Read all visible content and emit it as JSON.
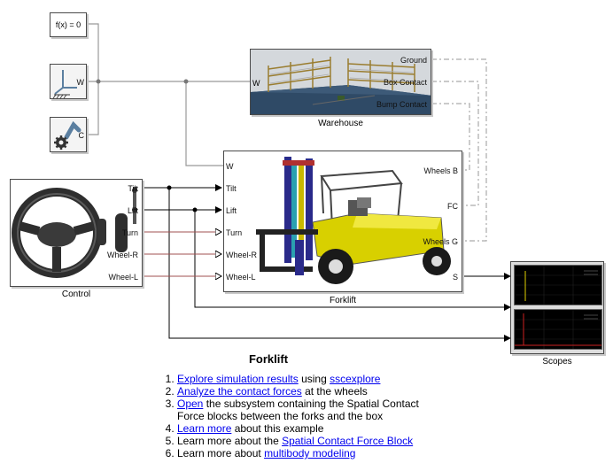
{
  "blocks": {
    "solver": {
      "text": "f(x) = 0"
    },
    "world": {
      "port": "W"
    },
    "config": {
      "port": "C"
    },
    "warehouse": {
      "label": "Warehouse",
      "in_port": "W",
      "out_ports": [
        "Ground",
        "Box Contact",
        "Bump Contact"
      ]
    },
    "forklift": {
      "label": "Forklift",
      "in_ports": [
        "W",
        "Tilt",
        "Lift",
        "Turn",
        "Wheel-R",
        "Wheel-L"
      ],
      "out_ports": [
        "Wheels B",
        "FC",
        "Wheels G",
        "S"
      ]
    },
    "control": {
      "label": "Control",
      "out_ports": [
        "Tilt",
        "Lift",
        "Turn",
        "Wheel-R",
        "Wheel-L"
      ]
    },
    "scopes": {
      "label": "Scopes"
    }
  },
  "description": {
    "title": "Forklift",
    "items": [
      {
        "link": "Explore simulation results",
        "text1": " using ",
        "link2": "sscexplore",
        "text2": ""
      },
      {
        "link": "Analyze the contact forces",
        "text1": " at the wheels",
        "link2": "",
        "text2": ""
      },
      {
        "link": "Open",
        "text1": " the subsystem containing the Spatial Contact Force blocks between the forks and the box",
        "link2": "",
        "text2": ""
      },
      {
        "link": "Learn more",
        "text1": " about this example",
        "link2": "",
        "text2": ""
      },
      {
        "link": "",
        "text1": "Learn more about the ",
        "link2": "Spatial Contact Force Block",
        "text2": ""
      },
      {
        "link": "",
        "text1": "Learn more about ",
        "link2": "multibody modeling",
        "text2": ""
      }
    ]
  },
  "colors": {
    "signal": "#000000",
    "physical": "#888888",
    "conserving": "#a05050",
    "contact": "#999999"
  }
}
